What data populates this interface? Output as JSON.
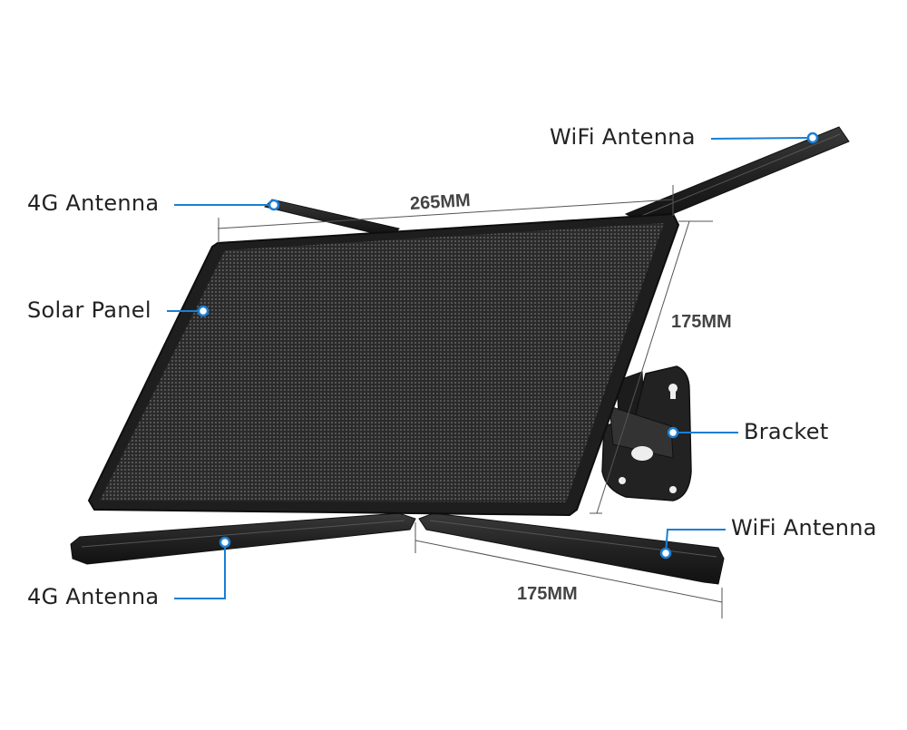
{
  "callouts": {
    "wifi_antenna_top": "WiFi Antenna",
    "antenna_4g_top": "4G Antenna",
    "solar_panel": "Solar Panel",
    "bracket": "Bracket",
    "wifi_antenna_bottom": "WiFi Antenna",
    "antenna_4g_bottom": "4G Antenna"
  },
  "dimensions": {
    "width": "265MM",
    "height": "175MM",
    "antenna_length": "175MM"
  },
  "colors": {
    "callout_line": "#1a7fd4",
    "device_body": "#2b2b2b",
    "panel_mesh": "#3a3a3a",
    "dimension_line": "#555555"
  }
}
